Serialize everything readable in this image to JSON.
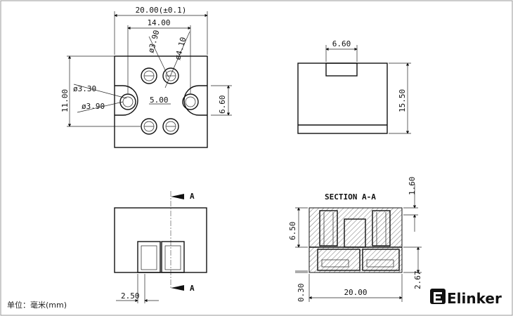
{
  "drawing": {
    "top_view": {
      "width": "20.00(±0.1)",
      "hole_spacing": "14.00",
      "screw_dia_a": "ø3.90",
      "screw_dia_b": "ø4.10",
      "height": "11.00",
      "mount_hole_outer": "ø3.30",
      "mount_hole_inner": "ø3.90",
      "pitch": "5.00",
      "mount_height": "6.60"
    },
    "side_view": {
      "slot_width": "6.60",
      "height": "15.50"
    },
    "front_view": {
      "section_marker_top": "A",
      "section_marker_bottom": "A",
      "offset": "2.50"
    },
    "section_view": {
      "title": "SECTION A-A",
      "depth_top": "1.60",
      "upper_height": "6.50",
      "base_thickness": "0.30",
      "width": "20.00",
      "lower_height": "2.67"
    }
  },
  "footer": {
    "unit_label": "单位：毫米(mm)",
    "brand": "Elinker",
    "logo_icon": "elinker-logo-icon"
  }
}
